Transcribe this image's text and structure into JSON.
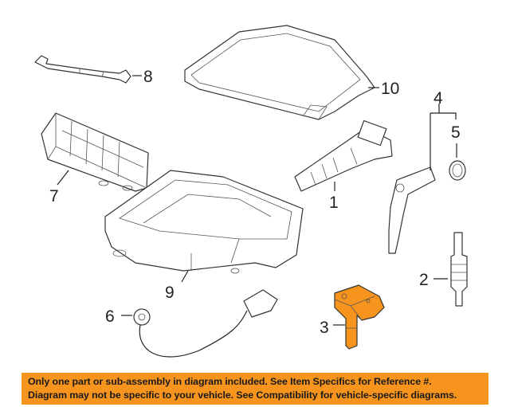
{
  "callouts": {
    "c1": "1",
    "c2": "2",
    "c3": "3",
    "c4": "4",
    "c5": "5",
    "c6": "6",
    "c7": "7",
    "c8": "8",
    "c9": "9",
    "c10": "10"
  },
  "highlighted_part": "3",
  "colors": {
    "highlight": "#f7941d",
    "banner": "#f7941d"
  },
  "banner": {
    "line1": "Only one part or sub-assembly in diagram included. See Item Specifics for Reference #.",
    "line2": "Diagram may not be specific to your vehicle. See Compatibility for vehicle-specific diagrams."
  }
}
